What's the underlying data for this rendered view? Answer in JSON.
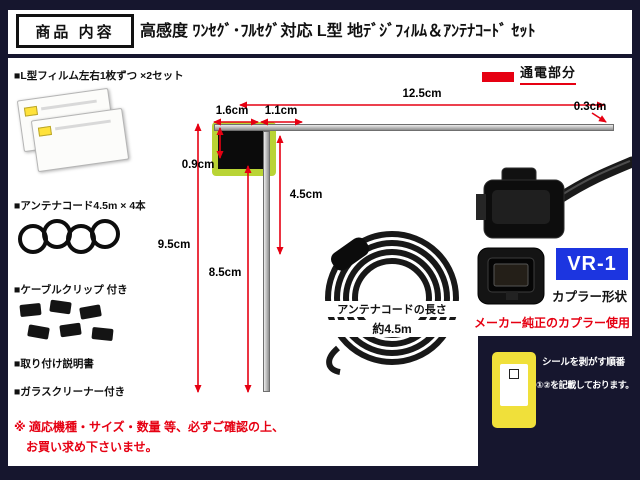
{
  "header": {
    "label": "商品 内容",
    "title": "高感度 ﾜﾝｾｸﾞ･ﾌﾙｾｸﾞ対応 L型 地ﾃﾞｼﾞﾌｨﾙﾑ＆ｱﾝﾃﾅｺｰﾄﾞ ｾｯﾄ"
  },
  "colors": {
    "frame_navy": "#16162e",
    "accent_red": "#e60012",
    "badge_blue": "#1c35e0",
    "film_lime": "#b9d435",
    "film_yellow": "#f0e03a"
  },
  "left_column": {
    "items": [
      "■L型フィルム左右1枚ずつ ×2セット",
      "■アンテナコード4.5m × 4本",
      "■ケーブルクリップ 付き",
      "■取り付け説明書",
      "■ガラスクリーナー付き"
    ],
    "note_line1": "※ 適応機種・サイズ・数量 等、必ずご確認の上、",
    "note_line2": "お買い求め下さいませ。"
  },
  "diagram": {
    "legend_label": "通電部分",
    "dim_total_width": "12.5cm",
    "dim_segment_left": "1.6cm",
    "dim_segment_mid": "1.1cm",
    "dim_tip": "0.3cm",
    "dim_pad_height": "0.9cm",
    "dim_upper_height": "4.5cm",
    "dim_total_height": "9.5cm",
    "dim_lower_height": "8.5cm",
    "coil_label_line1": "アンテナコードの長さ",
    "coil_label_line2": "約4.5m"
  },
  "right_column": {
    "badge": "VR-1",
    "coupler_shape_label": "カプラー形状",
    "oem_note": "メーカー純正のカプラー使用",
    "seal_line1": "シールを剥がす順番",
    "seal_line2": "①②を記載しております。"
  }
}
